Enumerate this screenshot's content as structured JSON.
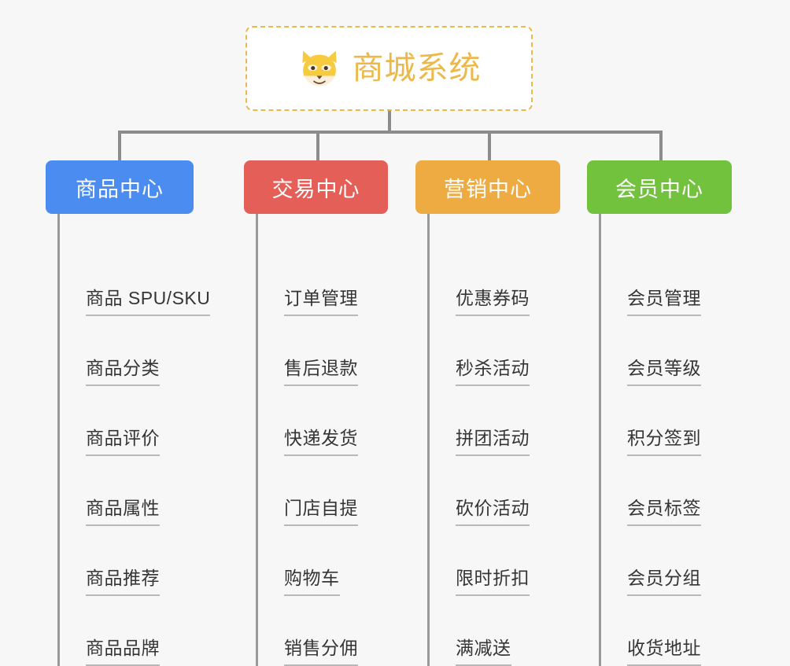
{
  "page": {
    "background_color": "#f7f7f7",
    "type": "org-chart"
  },
  "root": {
    "title": "商城系统",
    "icon": "shiba-dog-face-icon",
    "border_color": "#edb84a",
    "text_color": "#edb84a",
    "background_color": "#ffffff"
  },
  "connector": {
    "color": "#8c8c8c"
  },
  "categories": [
    {
      "label": "商品中心",
      "color": "#4a8cf0",
      "items": [
        "商品 SPU/SKU",
        "商品分类",
        "商品评价",
        "商品属性",
        "商品推荐",
        "商品品牌"
      ]
    },
    {
      "label": "交易中心",
      "color": "#e55f59",
      "items": [
        "订单管理",
        "售后退款",
        "快递发货",
        "门店自提",
        "购物车",
        "销售分佣"
      ]
    },
    {
      "label": "营销中心",
      "color": "#eeab42",
      "items": [
        "优惠券码",
        "秒杀活动",
        "拼团活动",
        "砍价活动",
        "限时折扣",
        "满减送"
      ]
    },
    {
      "label": "会员中心",
      "color": "#72c23e",
      "items": [
        "会员管理",
        "会员等级",
        "积分签到",
        "会员标签",
        "会员分组",
        "收货地址"
      ]
    }
  ]
}
